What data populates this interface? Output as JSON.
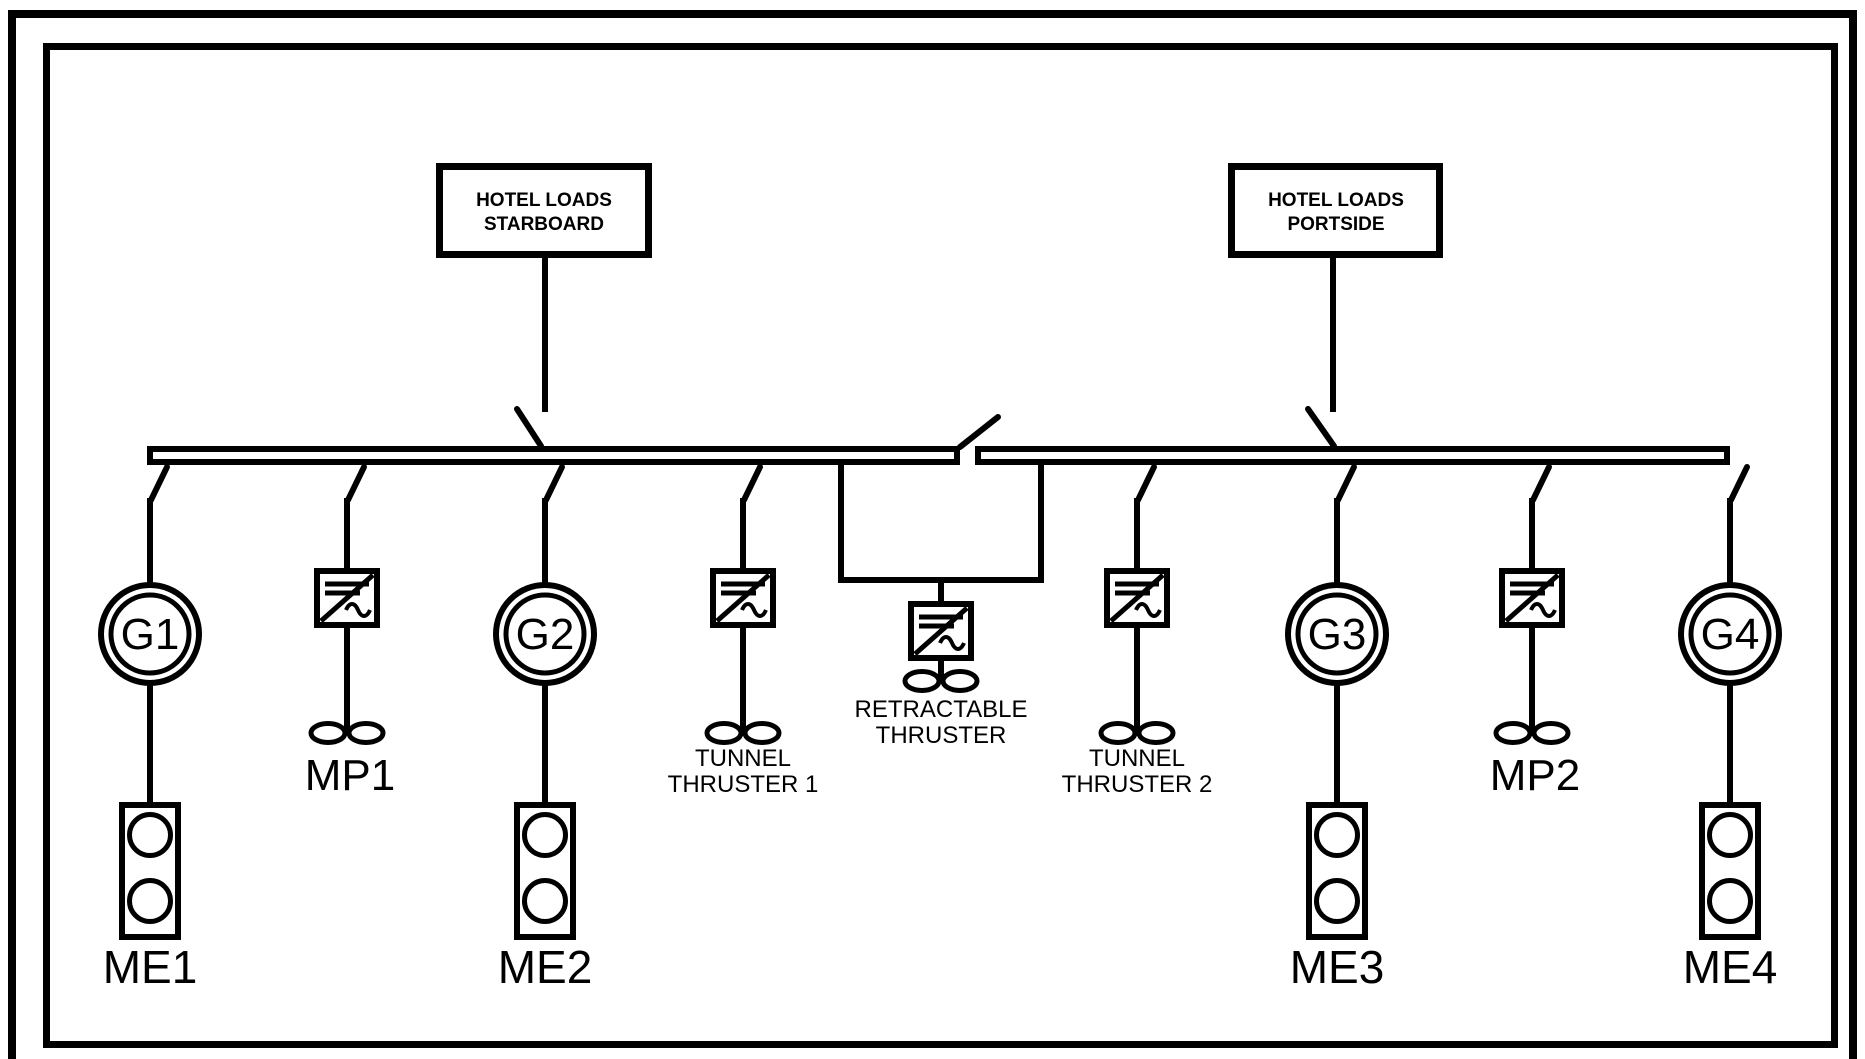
{
  "colors": {
    "ink": "#000000",
    "paper": "#ffffff"
  },
  "hotel_loads": {
    "starboard": {
      "line1": "HOTEL LOADS",
      "line2": "STARBOARD"
    },
    "portside": {
      "line1": "HOTEL LOADS",
      "line2": "PORTSIDE"
    }
  },
  "generators": [
    {
      "id": "G1",
      "engine": "ME1"
    },
    {
      "id": "G2",
      "engine": "ME2"
    },
    {
      "id": "G3",
      "engine": "ME3"
    },
    {
      "id": "G4",
      "engine": "ME4"
    }
  ],
  "propulsion_motors": [
    {
      "id": "MP1"
    },
    {
      "id": "MP2"
    }
  ],
  "thrusters": {
    "tunnel_1": {
      "line1": "TUNNEL",
      "line2": "THRUSTER 1"
    },
    "retractable": {
      "line1": "RETRACTABLE",
      "line2": "THRUSTER"
    },
    "tunnel_2": {
      "line1": "TUNNEL",
      "line2": "THRUSTER 2"
    }
  }
}
